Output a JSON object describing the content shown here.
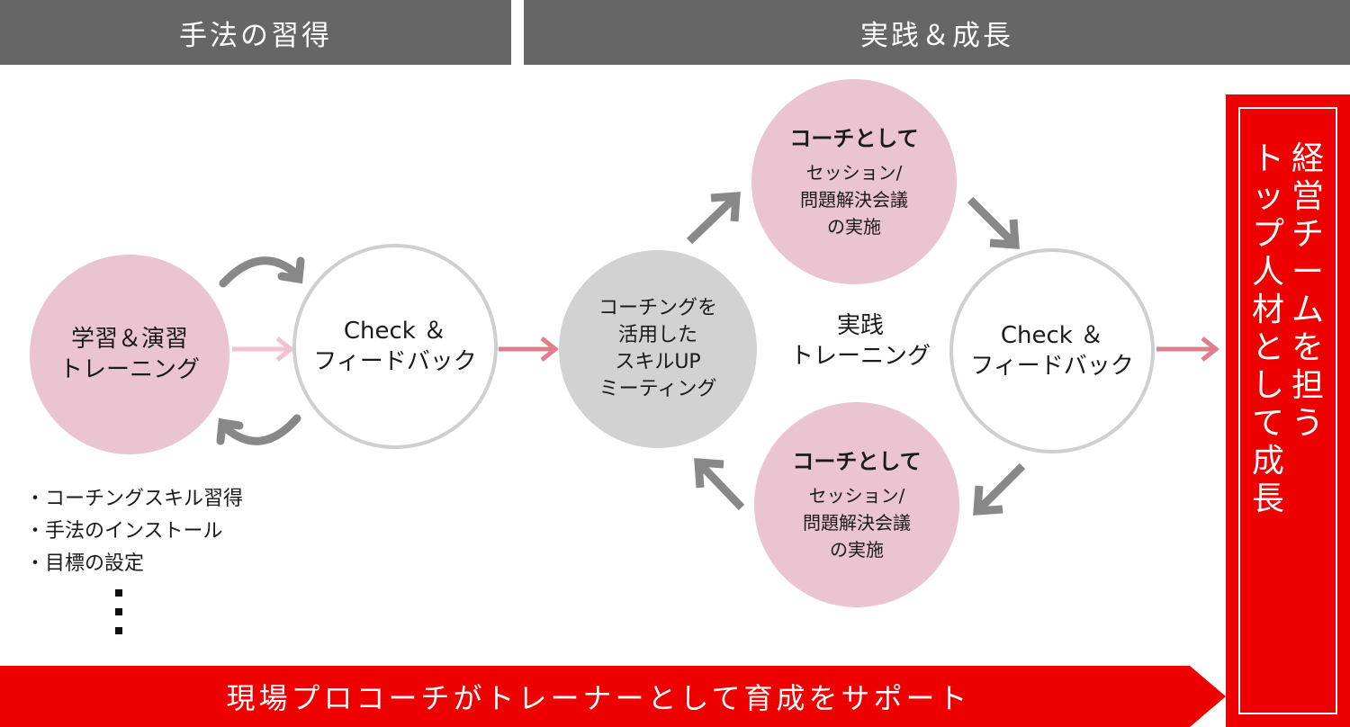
{
  "header": {
    "left_title": "手法の習得",
    "right_title": "実践＆成長"
  },
  "phase1": {
    "learning_circle": [
      "学習＆演習",
      "トレーニング"
    ],
    "check_circle": [
      "Check ＆",
      "フィードバック"
    ],
    "bullets": [
      "・コーチングスキル習得",
      "・手法のインストール",
      "・目標の設定"
    ]
  },
  "meeting_circle": [
    "コーチングを",
    "活用した",
    "スキルUP",
    "ミーティング"
  ],
  "practice": {
    "center_label": [
      "実践",
      "トレーニング"
    ],
    "session_top": {
      "title": "コーチとして",
      "body": [
        "セッション/",
        "問題解決会議",
        "の実施"
      ]
    },
    "session_bottom": {
      "title": "コーチとして",
      "body": [
        "セッション/",
        "問題解決会議",
        "の実施"
      ]
    },
    "check_circle": [
      "Check ＆",
      "フィードバック"
    ]
  },
  "goal_panel": {
    "column_1": "経営チームを担う",
    "column_2": "トップ人材として成長"
  },
  "bottom_banner": {
    "text": "現場プロコーチがトレーナーとして育成をサポート"
  },
  "colors": {
    "header_gray": "#666666",
    "circle_pink": "#ebc4d1",
    "circle_gray": "#d2d2d2",
    "arrow_gray": "#888888",
    "arrow_pink_light": "#f2c2cf",
    "arrow_pink": "#e07f8c",
    "accent_red": "#ee0000"
  }
}
